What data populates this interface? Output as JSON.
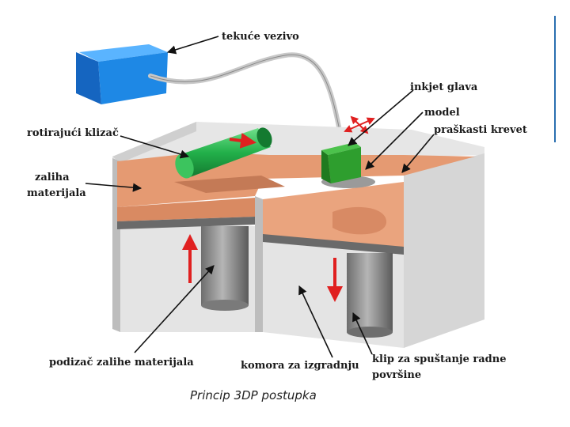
{
  "labels": {
    "binder": "tekuće vezivo",
    "inkjet_head": "inkjet glava",
    "model": "model",
    "powder_bed": "praškasti krevet",
    "roller": "rotirajući klizač",
    "supply_line1": "zaliha",
    "supply_line2": "materijala",
    "supply_piston": "podizač zalihe materijala",
    "build_chamber": "komora za izgradnju",
    "build_piston_line1": "klip za spuštanje radne",
    "build_piston_line2": "površine"
  },
  "caption": "Princip 3DP postupka",
  "colors": {
    "binder_tank": "#1e88e5",
    "inkjet_head": "#2e9e2e",
    "roller": "#22b04a",
    "powder": "#e59a72",
    "wall": "#d9d9d9",
    "piston": "#8c8c8c",
    "arrow_red": "#e02020"
  }
}
